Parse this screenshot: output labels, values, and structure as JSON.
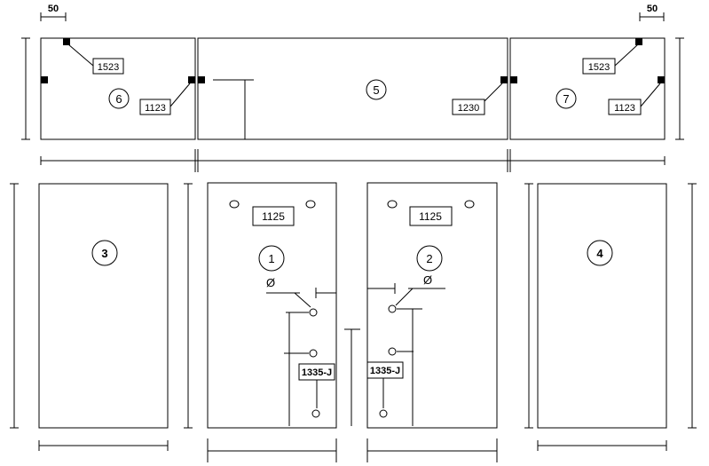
{
  "dimensions": {
    "offset_left": "50",
    "offset_right": "50"
  },
  "panels": {
    "p1": {
      "number": "1",
      "tag": "1125",
      "bracket_tag": "1335-J",
      "diameter": "Ø"
    },
    "p2": {
      "number": "2",
      "tag": "1125",
      "bracket_tag": "1335-J",
      "diameter": "Ø"
    },
    "p3": {
      "number": "3"
    },
    "p4": {
      "number": "4"
    },
    "p5": {
      "number": "5",
      "tag_right": "1230"
    },
    "p6": {
      "number": "6",
      "tag_top": "1523",
      "tag_side": "1123"
    },
    "p7": {
      "number": "7",
      "tag_top": "1523",
      "tag_side": "1123"
    }
  }
}
